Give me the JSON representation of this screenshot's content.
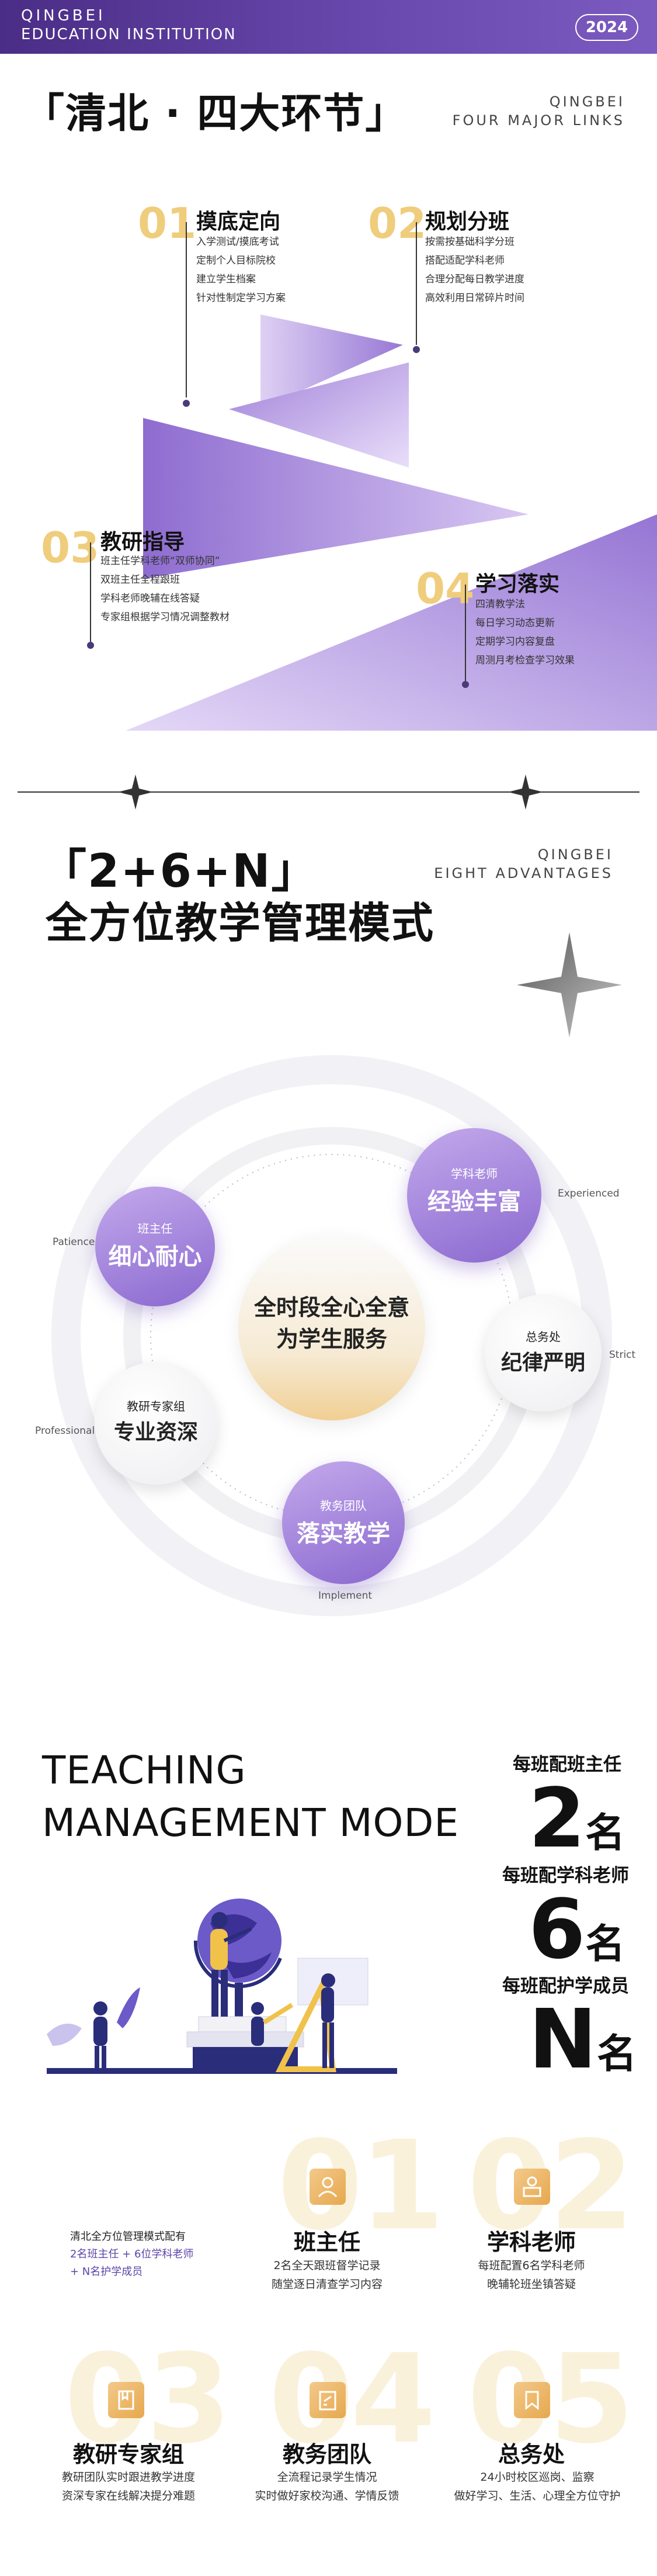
{
  "header": {
    "brand_line1": "QINGBEI",
    "brand_line2": "EDUCATION INSTITUTION",
    "year": "2024"
  },
  "section1": {
    "title": "「清北 · 四大环节」",
    "en_line1": "QINGBEI",
    "en_line2": "FOUR MAJOR LINKS",
    "items": [
      {
        "num": "01",
        "title": "摸底定向",
        "lines": [
          "入学测试/摸底考试",
          "定制个人目标院校",
          "建立学生档案",
          "针对性制定学习方案"
        ]
      },
      {
        "num": "02",
        "title": "规划分班",
        "lines": [
          "按需按基础科学分班",
          "搭配适配学科老师",
          "合理分配每日教学进度",
          "高效利用日常碎片时间"
        ]
      },
      {
        "num": "03",
        "title": "教研指导",
        "lines": [
          "班主任学科老师“双师协同”",
          "双班主任全程跟班",
          "学科老师晚辅在线答疑",
          "专家组根据学习情况调整教材"
        ]
      },
      {
        "num": "04",
        "title": "学习落实",
        "lines": [
          "四清教学法",
          "每日学习动态更新",
          "定期学习内容复盘",
          "周测月考检查学习效果"
        ]
      }
    ]
  },
  "section2": {
    "title_line1": "「2+6+N」",
    "title_line2": "全方位教学管理模式",
    "en_line1": "QINGBEI",
    "en_line2": "EIGHT ADVANTAGES",
    "center_line1": "全时段全心全意",
    "center_line2": "为学生服务",
    "bubbles": [
      {
        "small": "学科老师",
        "big": "经验丰富",
        "en": "Experienced"
      },
      {
        "small": "班主任",
        "big": "细心耐心",
        "en": "Patience"
      },
      {
        "small": "总务处",
        "big": "纪律严明",
        "en": "Strict"
      },
      {
        "small": "教研专家组",
        "big": "专业资深",
        "en": "Professional"
      },
      {
        "small": "教务团队",
        "big": "落实教学",
        "en": "Implement"
      }
    ]
  },
  "section3": {
    "en_line1": "TEACHING",
    "en_line2": "MANAGEMENT MODE",
    "counts": [
      {
        "label": "每班配班主任",
        "num": "2",
        "unit": "名"
      },
      {
        "label": "每班配学科老师",
        "num": "6",
        "unit": "名"
      },
      {
        "label": "每班配护学成员",
        "num": "N",
        "unit": "名"
      }
    ],
    "intro_line1": "清北全方位管理模式配有",
    "intro_line2": "2名班主任 + 6位学科老师",
    "intro_line3": "+ N名护学成员",
    "cards": [
      {
        "ghost": "01",
        "title": "班主任",
        "icon": "user-icon",
        "lines": [
          "2名全天跟班督学记录",
          "随堂逐日清查学习内容"
        ]
      },
      {
        "ghost": "02",
        "title": "学科老师",
        "icon": "teacher-icon",
        "lines": [
          "每班配置6名学科老师",
          "晚辅轮班坐镇答疑"
        ]
      },
      {
        "ghost": "03",
        "title": "教研专家组",
        "icon": "book-icon",
        "lines": [
          "教研团队实时跟进教学进度",
          "资深专家在线解决提分难题"
        ]
      },
      {
        "ghost": "04",
        "title": "教务团队",
        "icon": "clipboard-icon",
        "lines": [
          "全流程记录学生情况",
          "实时做好家校沟通、学情反馈"
        ]
      },
      {
        "ghost": "05",
        "title": "总务处",
        "icon": "flag-icon",
        "lines": [
          "24小时校区巡岗、监察",
          "做好学习、生活、心理全方位守护"
        ]
      }
    ]
  },
  "colors": {
    "purple_dark": "#4a2d86",
    "purple_light": "#c9b3ea",
    "gold": "#efcd7c"
  }
}
